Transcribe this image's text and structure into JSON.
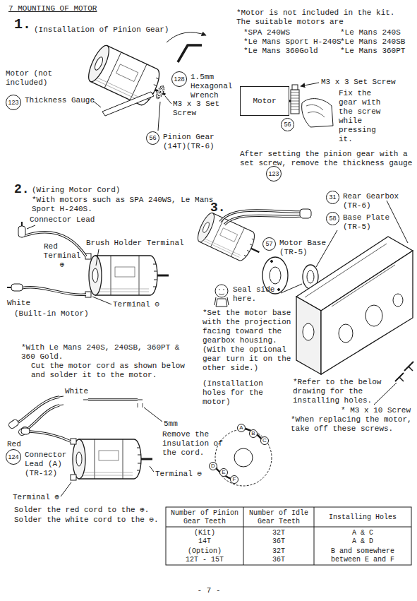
{
  "diagram": {
    "title": "7 MOUNTING OF MOTOR",
    "nodes": [
      {
        "text": [
          "128",
          "1.5mm Hexagonal Wrench"
        ]
      },
      {
        "text": [
          "123",
          "Thickness Gauge"
        ]
      },
      {
        "text": [
          "56",
          "Pinion Gear (14T)(TR-6)"
        ]
      },
      {
        "text": [
          "Motor"
        ]
      },
      {
        "text": [
          "56"
        ]
      },
      {
        "text": [
          "123"
        ]
      },
      {
        "text": [
          "31",
          "Rear Gearbox (TR-6)"
        ]
      },
      {
        "text": [
          "58",
          "Base Plate (TR-5)"
        ]
      },
      {
        "text": [
          "57",
          "Motor Base (TR-5)"
        ]
      },
      {
        "text": [
          "124",
          "Connector Lead (A) (TR-12)"
        ]
      },
      {
        "text": [
          "A"
        ]
      },
      {
        "text": [
          "B"
        ]
      },
      {
        "text": [
          "C"
        ]
      },
      {
        "text": [
          "D"
        ]
      },
      {
        "text": [
          "E"
        ]
      },
      {
        "text": [
          "F"
        ]
      }
    ],
    "labels": [
      "1.",
      "(Installation of Pinion Gear)",
      "*Motor is not included in the kit. The suitable motors are",
      "*SPA 240WS",
      "*Le Mans 240S",
      "*Le Mans Sport H-240S",
      "*Le Mans 240SB",
      "*Le Mans 360Gold",
      "*Le Mans 360PT",
      "Motor (not included)",
      "M3 x 3 Set Screw",
      "M3 x 3 Set Screw",
      "Fix the gear with the screw while pressing it.",
      "After setting the pinion gear with a set screw, remove the thickness gauge",
      "2.",
      "(Wiring Motor Cord)",
      "*With motors such as SPA 240WS, Le Mans Sport H-240S.",
      "Connector Lead",
      "Red",
      "Terminal ⊕",
      "Brush Holder Terminal",
      "Terminal ⊖",
      "White",
      "(Built-in Motor)",
      "*With Le Mans 240S, 240SB, 360PT & 360 Gold.",
      "Cut the motor cord as shown below and solder it to the motor.",
      "White",
      "5mm",
      "Remove the insulation of the cord.",
      "Red",
      "Terminal ⊖",
      "Terminal ⊕",
      "Solder the red cord to the ⊕.",
      "Solder the white cord to the ⊖.",
      "3.",
      "Seal side here.",
      "*Set the motor base with the projection facing toward the gearbox housing. (With the optional gear turn it on the other side.)",
      "(Installation holes for the motor)",
      "*Refer to the below drawing for the installing holes.",
      "* M3 x 10 Screw",
      "*When replacing the motor, take off these screws.",
      "Number of Pinion Gear Teeth",
      "Number of Idle Gear Teeth",
      "Installing Holes",
      "(Kit) 14T",
      "32T",
      "A & C",
      "36T",
      "A & D",
      "(Option) 12T - 15T",
      "32T",
      "36T",
      "B and somewhere between E and F",
      "- 7 -"
    ]
  }
}
